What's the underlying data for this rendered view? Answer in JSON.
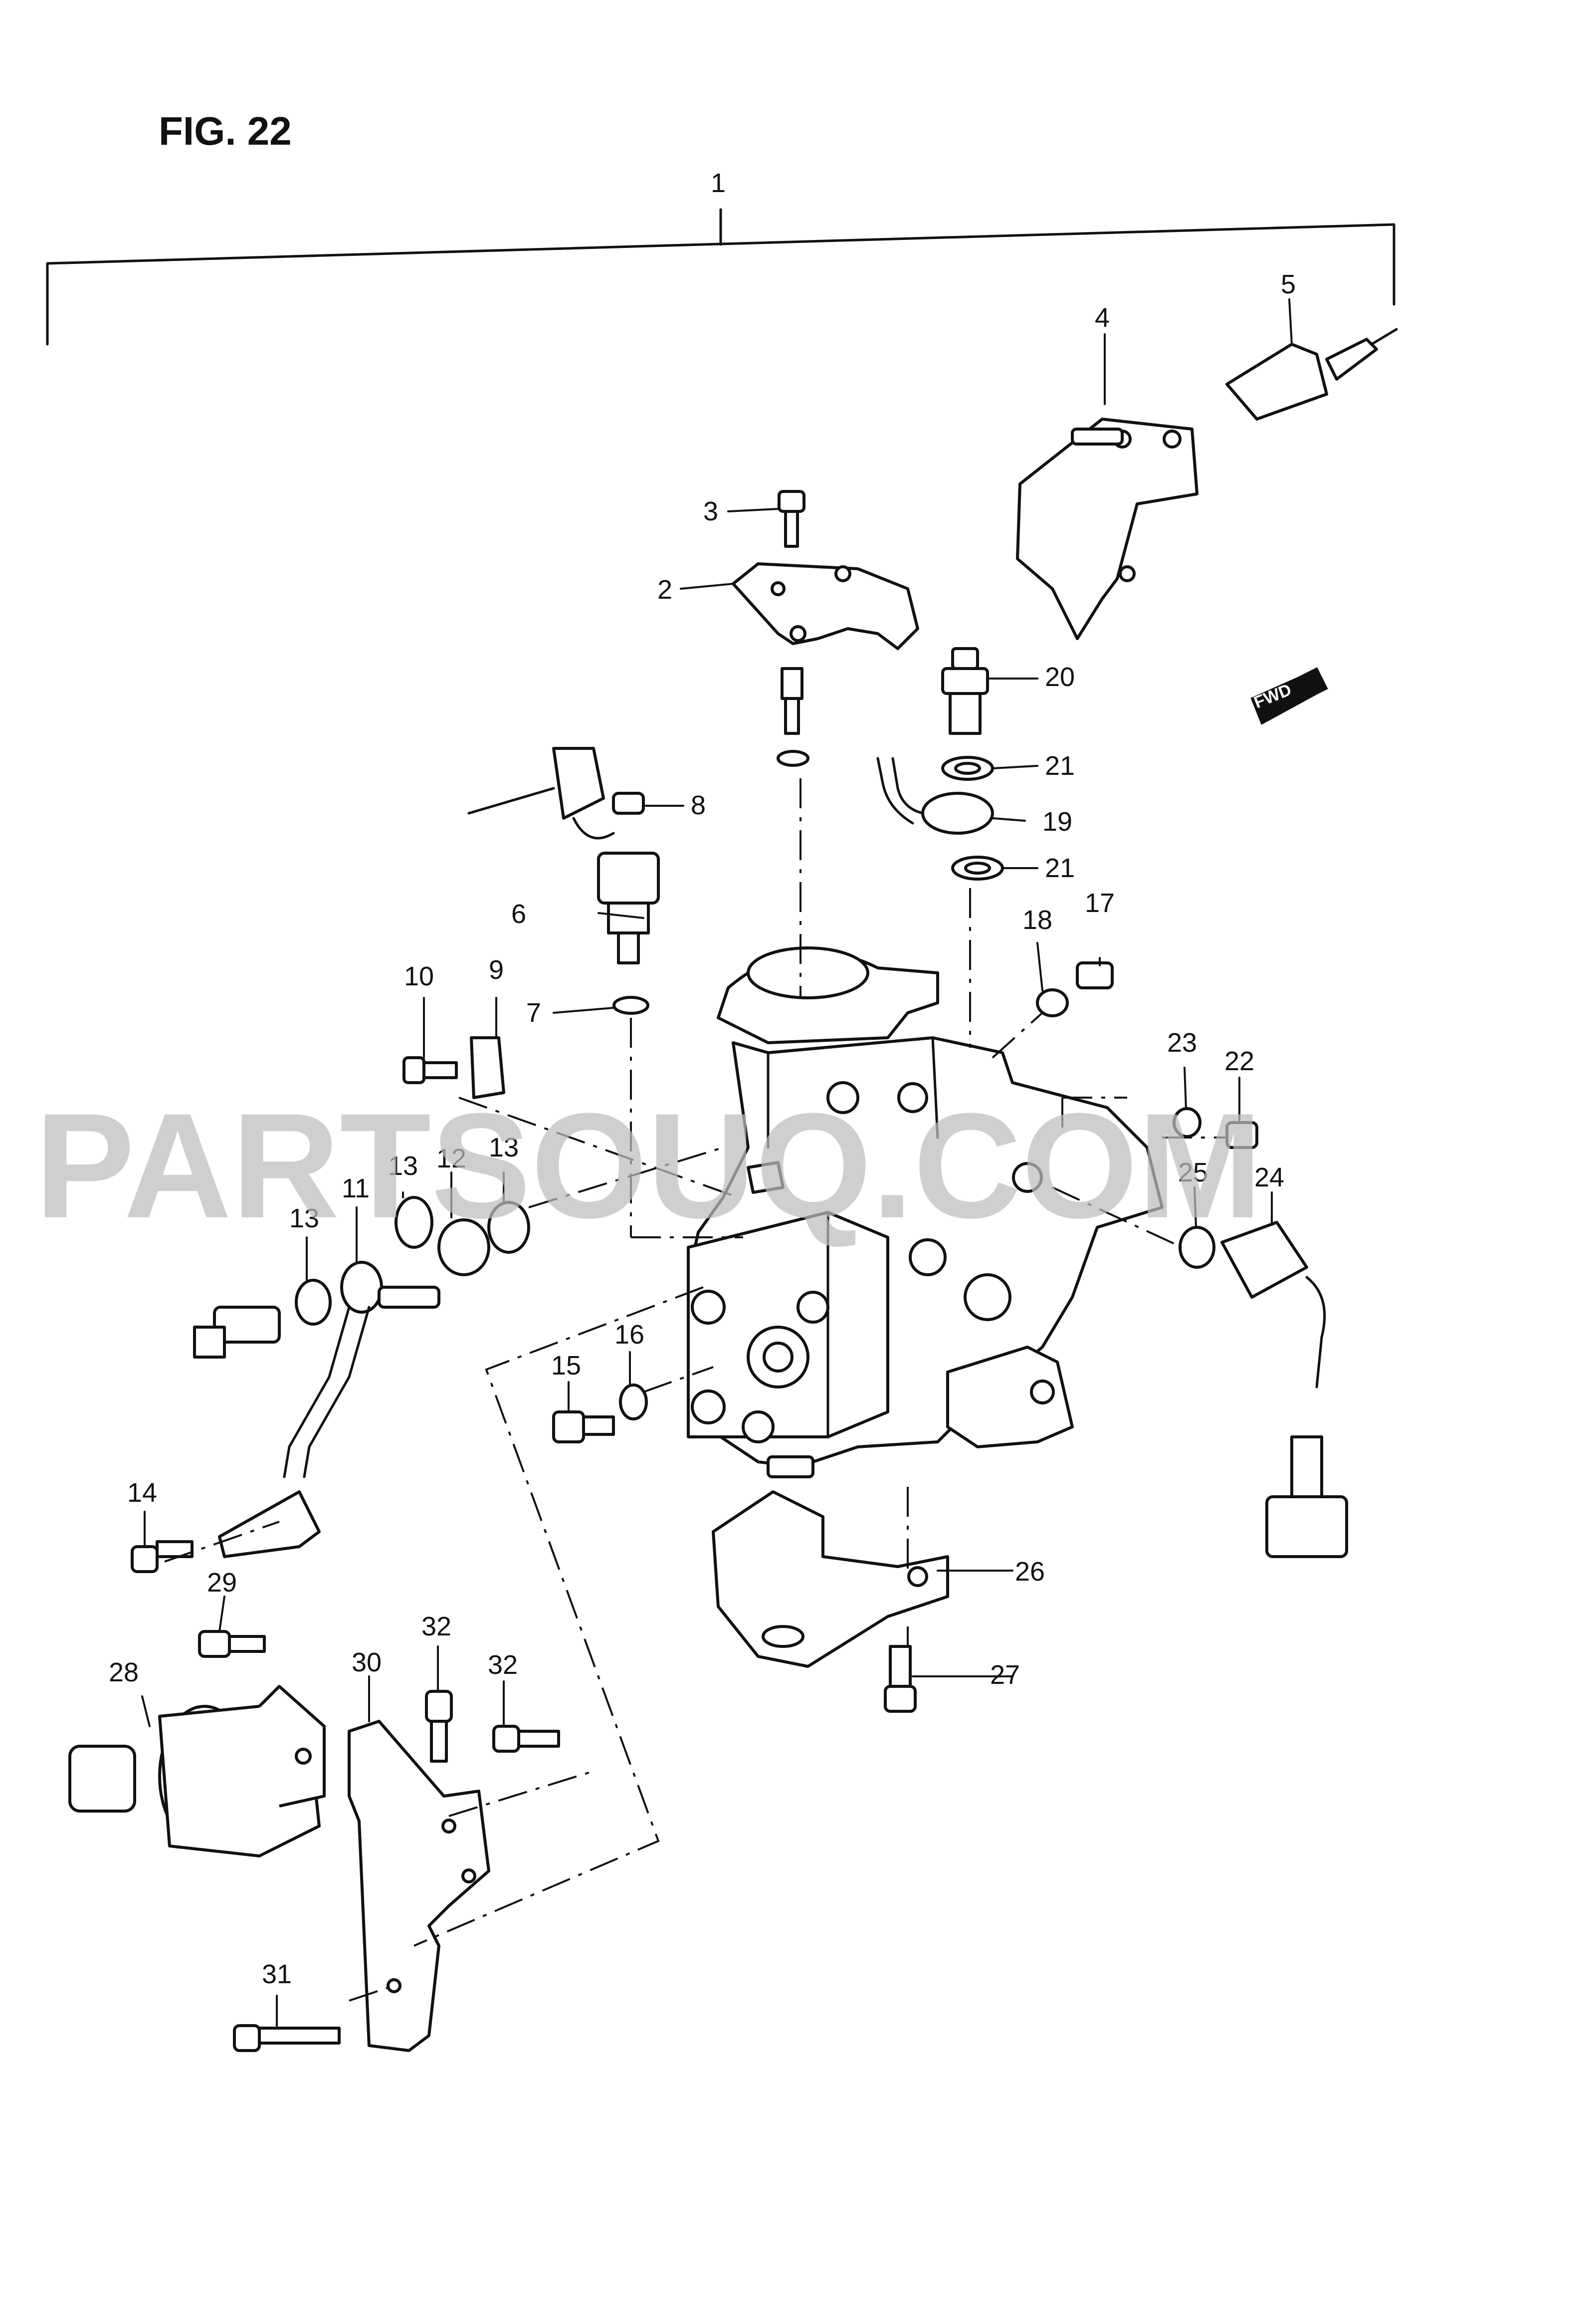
{
  "figure": {
    "title": "FIG. 22"
  },
  "watermark": "PARTSOUQ.COM",
  "direction_badge": "FWD",
  "callouts": {
    "c1": "1",
    "c2": "2",
    "c3": "3",
    "c4": "4",
    "c5": "5",
    "c6": "6",
    "c7": "7",
    "c8": "8",
    "c9": "9",
    "c10": "10",
    "c11": "11",
    "c12": "12",
    "c13a": "13",
    "c13b": "13",
    "c13c": "13",
    "c14": "14",
    "c15": "15",
    "c16": "16",
    "c17": "17",
    "c18": "18",
    "c19": "19",
    "c20": "20",
    "c21a": "21",
    "c21b": "21",
    "c22": "22",
    "c23": "23",
    "c24": "24",
    "c25": "25",
    "c26": "26",
    "c27": "27",
    "c28": "28",
    "c29": "29",
    "c30": "30",
    "c31": "31",
    "c32a": "32",
    "c32b": "32"
  }
}
